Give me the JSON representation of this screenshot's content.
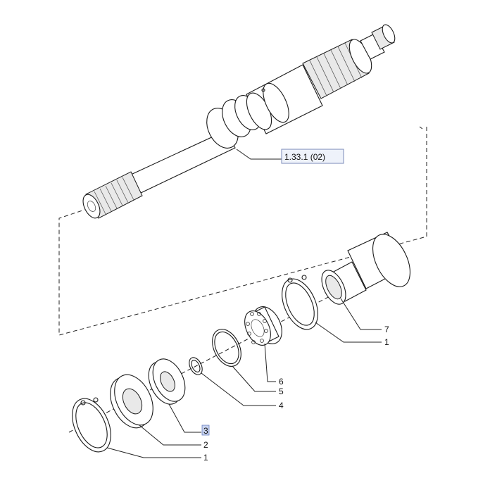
{
  "reference_label": "1.33.1 (02)",
  "callouts": [
    {
      "id": "7",
      "text": "7"
    },
    {
      "id": "1a",
      "text": "1"
    },
    {
      "id": "6",
      "text": "6"
    },
    {
      "id": "5",
      "text": "5"
    },
    {
      "id": "4",
      "text": "4"
    },
    {
      "id": "3",
      "text": "3",
      "highlighted": true
    },
    {
      "id": "2",
      "text": "2"
    },
    {
      "id": "1b",
      "text": "1"
    }
  ],
  "colors": {
    "line": "#1a1a1a",
    "highlight": "#c9d4f0",
    "ref_box": "#eef2fa"
  }
}
